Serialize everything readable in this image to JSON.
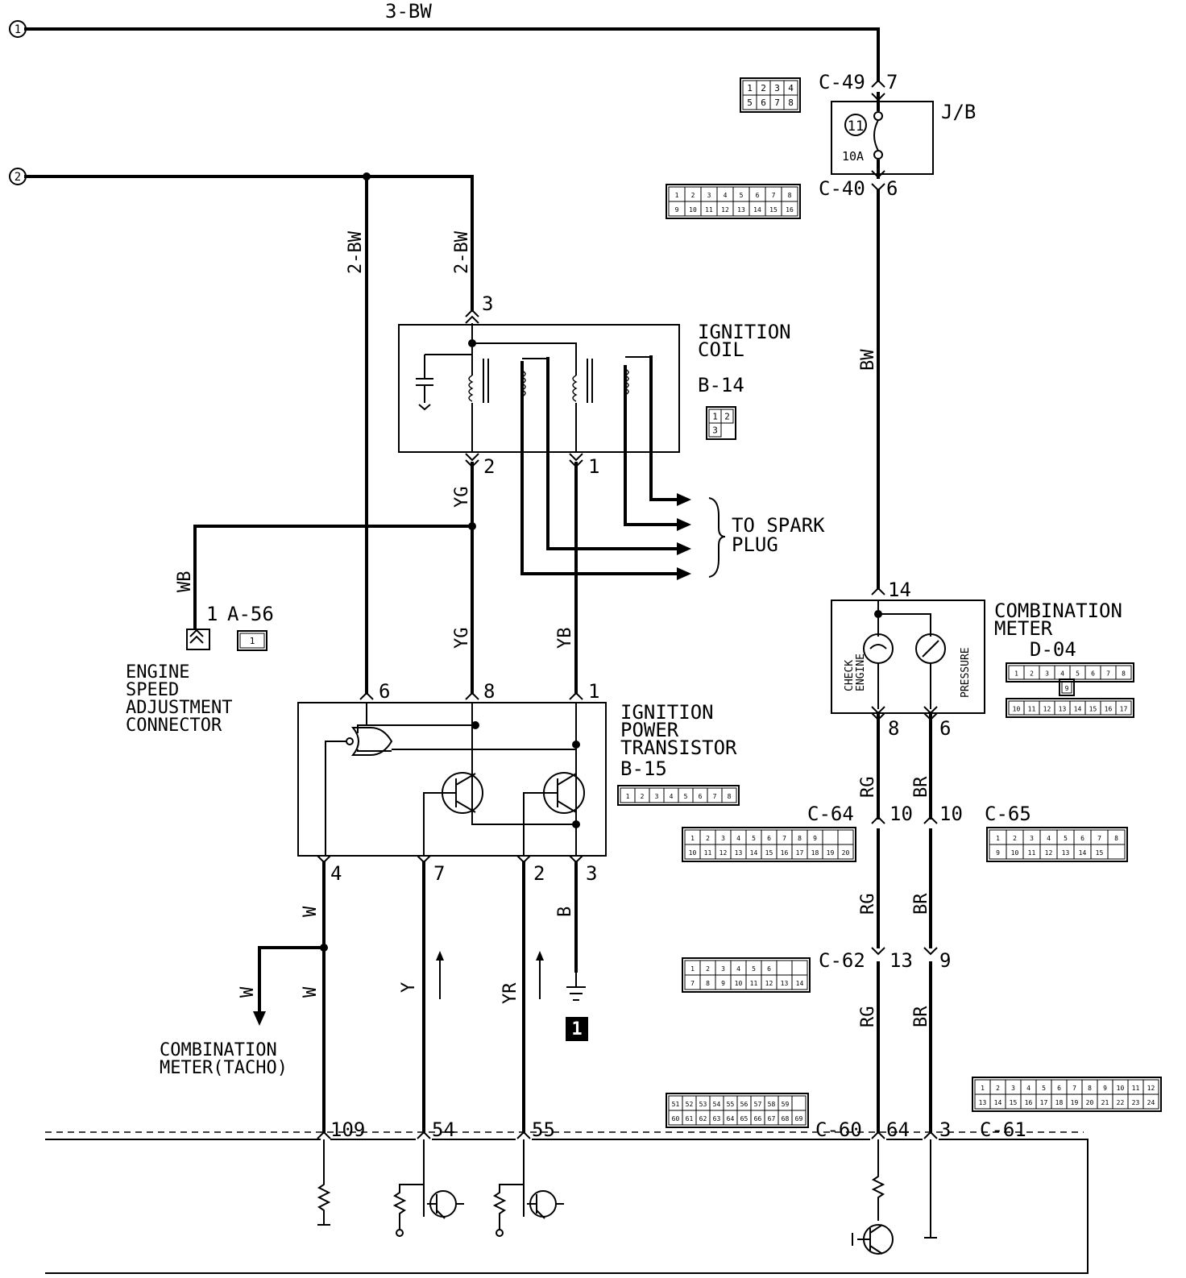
{
  "inputs": {
    "one": "1",
    "two": "2"
  },
  "wires": {
    "top": "3-BW",
    "bw_a": "2-BW",
    "bw_b": "2-BW",
    "bw_main": "BW",
    "yg_top": "YG",
    "yg_mid": "YG",
    "yb": "YB",
    "wb": "WB",
    "w1": "W",
    "w2": "W",
    "w3": "W",
    "y": "Y",
    "yr": "YR",
    "b": "B",
    "rg1": "RG",
    "rg2": "RG",
    "rg3": "RG",
    "br1": "BR",
    "br2": "BR",
    "br3": "BR"
  },
  "connectors": {
    "c49": {
      "label": "C-49",
      "pin": "7"
    },
    "c40": {
      "label": "C-40",
      "pin": "6"
    },
    "c64": {
      "label": "C-64",
      "pin_rg": "10",
      "pin_br": "10"
    },
    "c65": {
      "label": "C-65"
    },
    "c62": {
      "label": "C-62",
      "pin_rg": "13",
      "pin_br": "9"
    },
    "c60": {
      "label": "C-60",
      "pin_rg": "64"
    },
    "c61": {
      "label": "C-61",
      "pin_br": "3"
    },
    "b14": {
      "label": "B-14"
    },
    "b15": {
      "label": "B-15"
    },
    "a56": {
      "label": "A-56",
      "pin": "1"
    },
    "d04": {
      "label": "D-04"
    }
  },
  "jb": {
    "label": "J/B",
    "fuse_num": "11",
    "fuse_rating": "10A"
  },
  "components": {
    "ignition_coil": {
      "line1": "IGNITION",
      "line2": "COIL",
      "pin_in": "3",
      "pin_out_a": "2",
      "pin_out_b": "1"
    },
    "spark_plug": {
      "line1": "TO SPARK",
      "line2": "PLUG"
    },
    "engine_speed": {
      "line1": "ENGINE",
      "line2": "SPEED",
      "line3": "ADJUSTMENT",
      "line4": "CONNECTOR"
    },
    "transistor": {
      "line1": "IGNITION",
      "line2": "POWER",
      "line3": "TRANSISTOR",
      "pin_6": "6",
      "pin_8": "8",
      "pin_1": "1",
      "pin_4": "4",
      "pin_7": "7",
      "pin_2": "2",
      "pin_3": "3"
    },
    "meter": {
      "line1": "COMBINATION",
      "line2": "METER",
      "pin_in": "14",
      "pin_out_a": "8",
      "pin_out_b": "6",
      "check_engine_a": "CHECK",
      "check_engine_b": "ENGINE",
      "pressure": "PRESSURE"
    },
    "tacho": {
      "line1": "COMBINATION",
      "line2": "METER(TACHO)"
    },
    "ground": {
      "label": "1"
    },
    "ecu_pins": {
      "p109": "109",
      "p54": "54",
      "p55": "55"
    }
  },
  "connector_pins": {
    "c49": [
      "1",
      "2",
      "3",
      "4",
      "5",
      "6",
      "7",
      "8"
    ],
    "c40": [
      "1",
      "2",
      "3",
      "4",
      "5",
      "6",
      "7",
      "8",
      "9",
      "10",
      "11",
      "12",
      "13",
      "14",
      "15",
      "16"
    ],
    "b14": [
      "1",
      "2",
      "3"
    ],
    "a56": [
      "1"
    ],
    "b15": [
      "1",
      "2",
      "3",
      "4",
      "5",
      "6",
      "7",
      "8"
    ],
    "d04_top": [
      "1",
      "2",
      "3",
      "4",
      "5",
      "6",
      "7",
      "8"
    ],
    "d04_mid": [
      "9"
    ],
    "d04_bot": [
      "10",
      "11",
      "12",
      "13",
      "14",
      "15",
      "16",
      "17"
    ],
    "c64_top": [
      "1",
      "2",
      "3",
      "4",
      "5",
      "6",
      "7",
      "8",
      "9"
    ],
    "c64_bot": [
      "10",
      "11",
      "12",
      "13",
      "14",
      "15",
      "16",
      "17",
      "18",
      "19",
      "20"
    ],
    "c65_top": [
      "1",
      "2",
      "3",
      "4",
      "5",
      "6",
      "7",
      "8"
    ],
    "c65_bot": [
      "9",
      "10",
      "11",
      "12",
      "13",
      "14",
      "15"
    ],
    "c62_top": [
      "1",
      "2",
      "3",
      "4",
      "5",
      "6"
    ],
    "c62_bot": [
      "7",
      "8",
      "9",
      "10",
      "11",
      "12",
      "13",
      "14"
    ],
    "c60_top": [
      "51",
      "52",
      "53",
      "54",
      "55",
      "56",
      "57",
      "58",
      "59"
    ],
    "c60_bot": [
      "60",
      "61",
      "62",
      "63",
      "64",
      "65",
      "66",
      "67",
      "68",
      "69"
    ],
    "c61_top": [
      "1",
      "2",
      "3",
      "4",
      "5",
      "6",
      "7",
      "8",
      "9",
      "10",
      "11",
      "12"
    ],
    "c61_bot": [
      "13",
      "14",
      "15",
      "16",
      "17",
      "18",
      "19",
      "20",
      "21",
      "22",
      "23",
      "24"
    ]
  }
}
